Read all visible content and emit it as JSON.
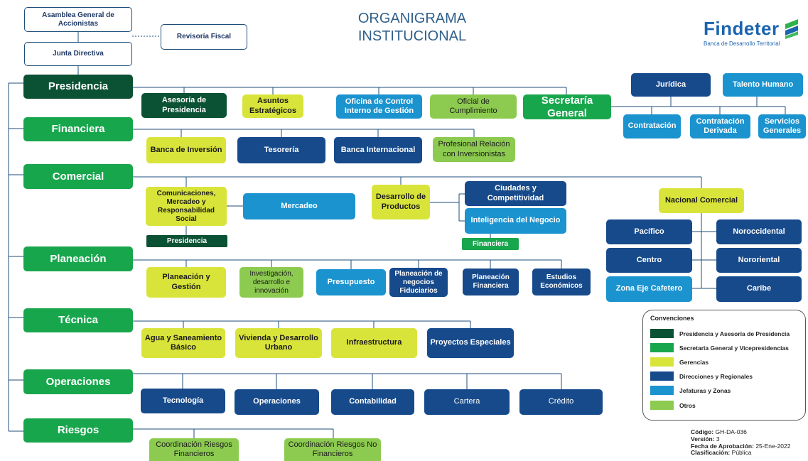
{
  "title": {
    "line1": "ORGANIGRAMA",
    "line2": "INSTITUCIONAL"
  },
  "logo": {
    "name": "Findeter",
    "subtitle": "Banca de Desarrollo Territorial",
    "icon": "findeter-s-logo"
  },
  "top": {
    "asamblea": "Asamblea General de Accionistas",
    "revisoria": "Revisoría Fiscal",
    "junta": "Junta Directiva"
  },
  "presidencia": {
    "label": "Presidencia",
    "children": {
      "asesoria": "Asesoría de Presidencia",
      "asuntos": "Asuntos Estratégicos",
      "control": "Oficina de Control Interno de Gestión",
      "oficial": "Oficial de Cumplimiento",
      "secretaria": "Secretaría General"
    }
  },
  "secretaria_units": {
    "juridica": "Jurídica",
    "talento": "Talento Humano",
    "contratacion": "Contratación",
    "derivada": "Contratación Derivada",
    "servicios": "Servicios Generales"
  },
  "financiera": {
    "label": "Financiera",
    "children": {
      "banca_inversion": "Banca de Inversión",
      "tesoreria": "Tesorería",
      "banca_internacional": "Banca Internacional",
      "profesional": "Profesional Relación con Inversionistas"
    }
  },
  "comercial": {
    "label": "Comercial",
    "children": {
      "comunicaciones": "Comunicaciones, Mercadeo y Responsabilidad Social",
      "mercadeo": "Mercadeo",
      "presidencia_tag": "Presidencia",
      "desarrollo": "Desarrollo de Productos",
      "ciudades": "Ciudades y Competitividad",
      "inteligencia": "Inteligencia del Negocio",
      "financiera_tag": "Financiera",
      "nacional": "Nacional Comercial",
      "pacifico": "Pacífico",
      "noroccidental": "Noroccidental",
      "centro": "Centro",
      "nororiental": "Nororiental",
      "zona_eje": "Zona Eje Cafetero",
      "caribe": "Caribe"
    }
  },
  "planeacion": {
    "label": "Planeación",
    "children": {
      "planeacion_gestion": "Planeación y Gestión",
      "investigacion": "Investigación, desarrollo e innovación",
      "presupuesto": "Presupuesto",
      "negocios_fiduciarios": "Planeación de negocios Fiduciarios",
      "planeacion_financiera": "Planeación Financiera",
      "estudios": "Estudios Económicos"
    }
  },
  "tecnica": {
    "label": "Técnica",
    "children": {
      "agua": "Agua y Saneamiento Básico",
      "vivienda": "Vivienda y Desarrollo Urbano",
      "infraestructura": "Infraestructura",
      "proyectos": "Proyectos Especiales"
    }
  },
  "operaciones": {
    "label": "Operaciones",
    "children": {
      "tecnologia": "Tecnología",
      "operaciones": "Operaciones",
      "contabilidad": "Contabilidad",
      "cartera": "Cartera",
      "credito": "Crédito"
    }
  },
  "riesgos": {
    "label": "Riesgos",
    "children": {
      "financieros": "Coordinación Riesgos Financieros",
      "no_financieros": "Coordinación Riesgos No Financieros"
    }
  },
  "legend": {
    "title": "Convenciones",
    "items": [
      {
        "label": "Presidencia y Asesoría de Presidencia",
        "color": "#0b5134"
      },
      {
        "label": "Secretaria General y Vicepresidencias",
        "color": "#18a64d"
      },
      {
        "label": "Gerencias",
        "color": "#d9e43b"
      },
      {
        "label": "Direcciones y Regionales",
        "color": "#174a8b"
      },
      {
        "label": "Jefaturas y Zonas",
        "color": "#1b93cf"
      },
      {
        "label": "Otros",
        "color": "#8dcb50"
      }
    ]
  },
  "meta": {
    "codigo_label": "Código:",
    "codigo": "GH-DA-036",
    "version_label": "Versión:",
    "version": "3",
    "fecha_label": "Fecha de Aprobación:",
    "fecha": "25-Ene-2022",
    "clasificacion_label": "Clasificación:",
    "clasificacion": "Pública"
  }
}
